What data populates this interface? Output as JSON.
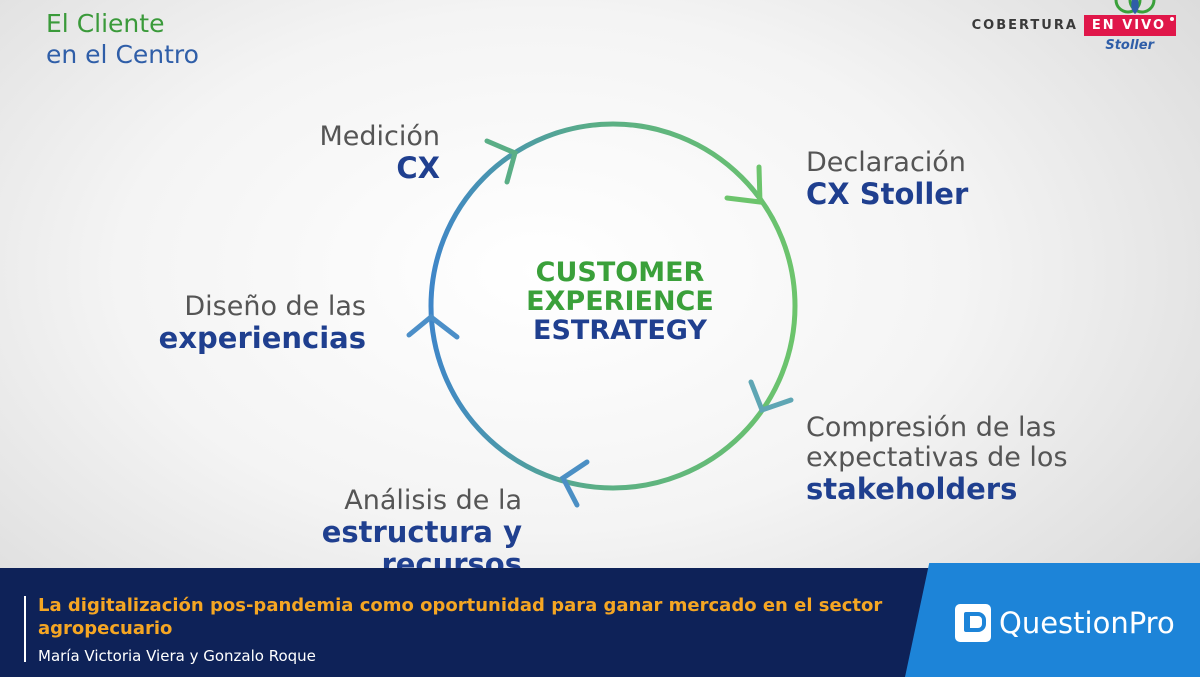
{
  "corner": {
    "line1": "El Cliente",
    "line2": "en el Centro"
  },
  "brand": {
    "cobertura": "COBERTURA",
    "envivo": "EN VIVO",
    "logo_text": "Stoller"
  },
  "diagram": {
    "center": {
      "l1": "CUSTOMER",
      "l2": "EXPERIENCE",
      "l3": "ESTRATEGY"
    },
    "steps": [
      {
        "light": "Declaración",
        "bold": "CX Stoller"
      },
      {
        "light": "Compresión de las expectativas de los",
        "bold": "stakeholders"
      },
      {
        "light": "Análisis de la",
        "bold": "estructura y recursos"
      },
      {
        "light": "Diseño de las",
        "bold": "experiencias"
      },
      {
        "light": "Medición",
        "bold": "CX"
      }
    ]
  },
  "banner": {
    "title": "La digitalización pos-pandemia como oportunidad para ganar mercado en el sector agropecuario",
    "subtitle": "María Victoria Viera y Gonzalo Roque",
    "logo": "QuestionPro"
  },
  "colors": {
    "green": "#3aa03a",
    "blue": "#1f3f8f",
    "banner": "#0e2258",
    "accent": "#f5a623",
    "live": "#e0174a"
  }
}
